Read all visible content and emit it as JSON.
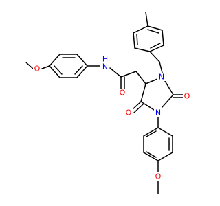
{
  "colors": {
    "background": "#ffffff",
    "bond": "#000000",
    "oxygen": "#ff0000",
    "nitrogen": "#0000ff"
  },
  "labels": {
    "amide_nh": "NH",
    "amide_h": "H",
    "amide_n": "N",
    "amide_o": "O",
    "anisyl_top_o": "O",
    "ring_n_top": "N",
    "ring_n_bottom": "N",
    "ring_o_right": "O",
    "ring_o_left": "O",
    "anisyl_bottom_o": "O"
  }
}
